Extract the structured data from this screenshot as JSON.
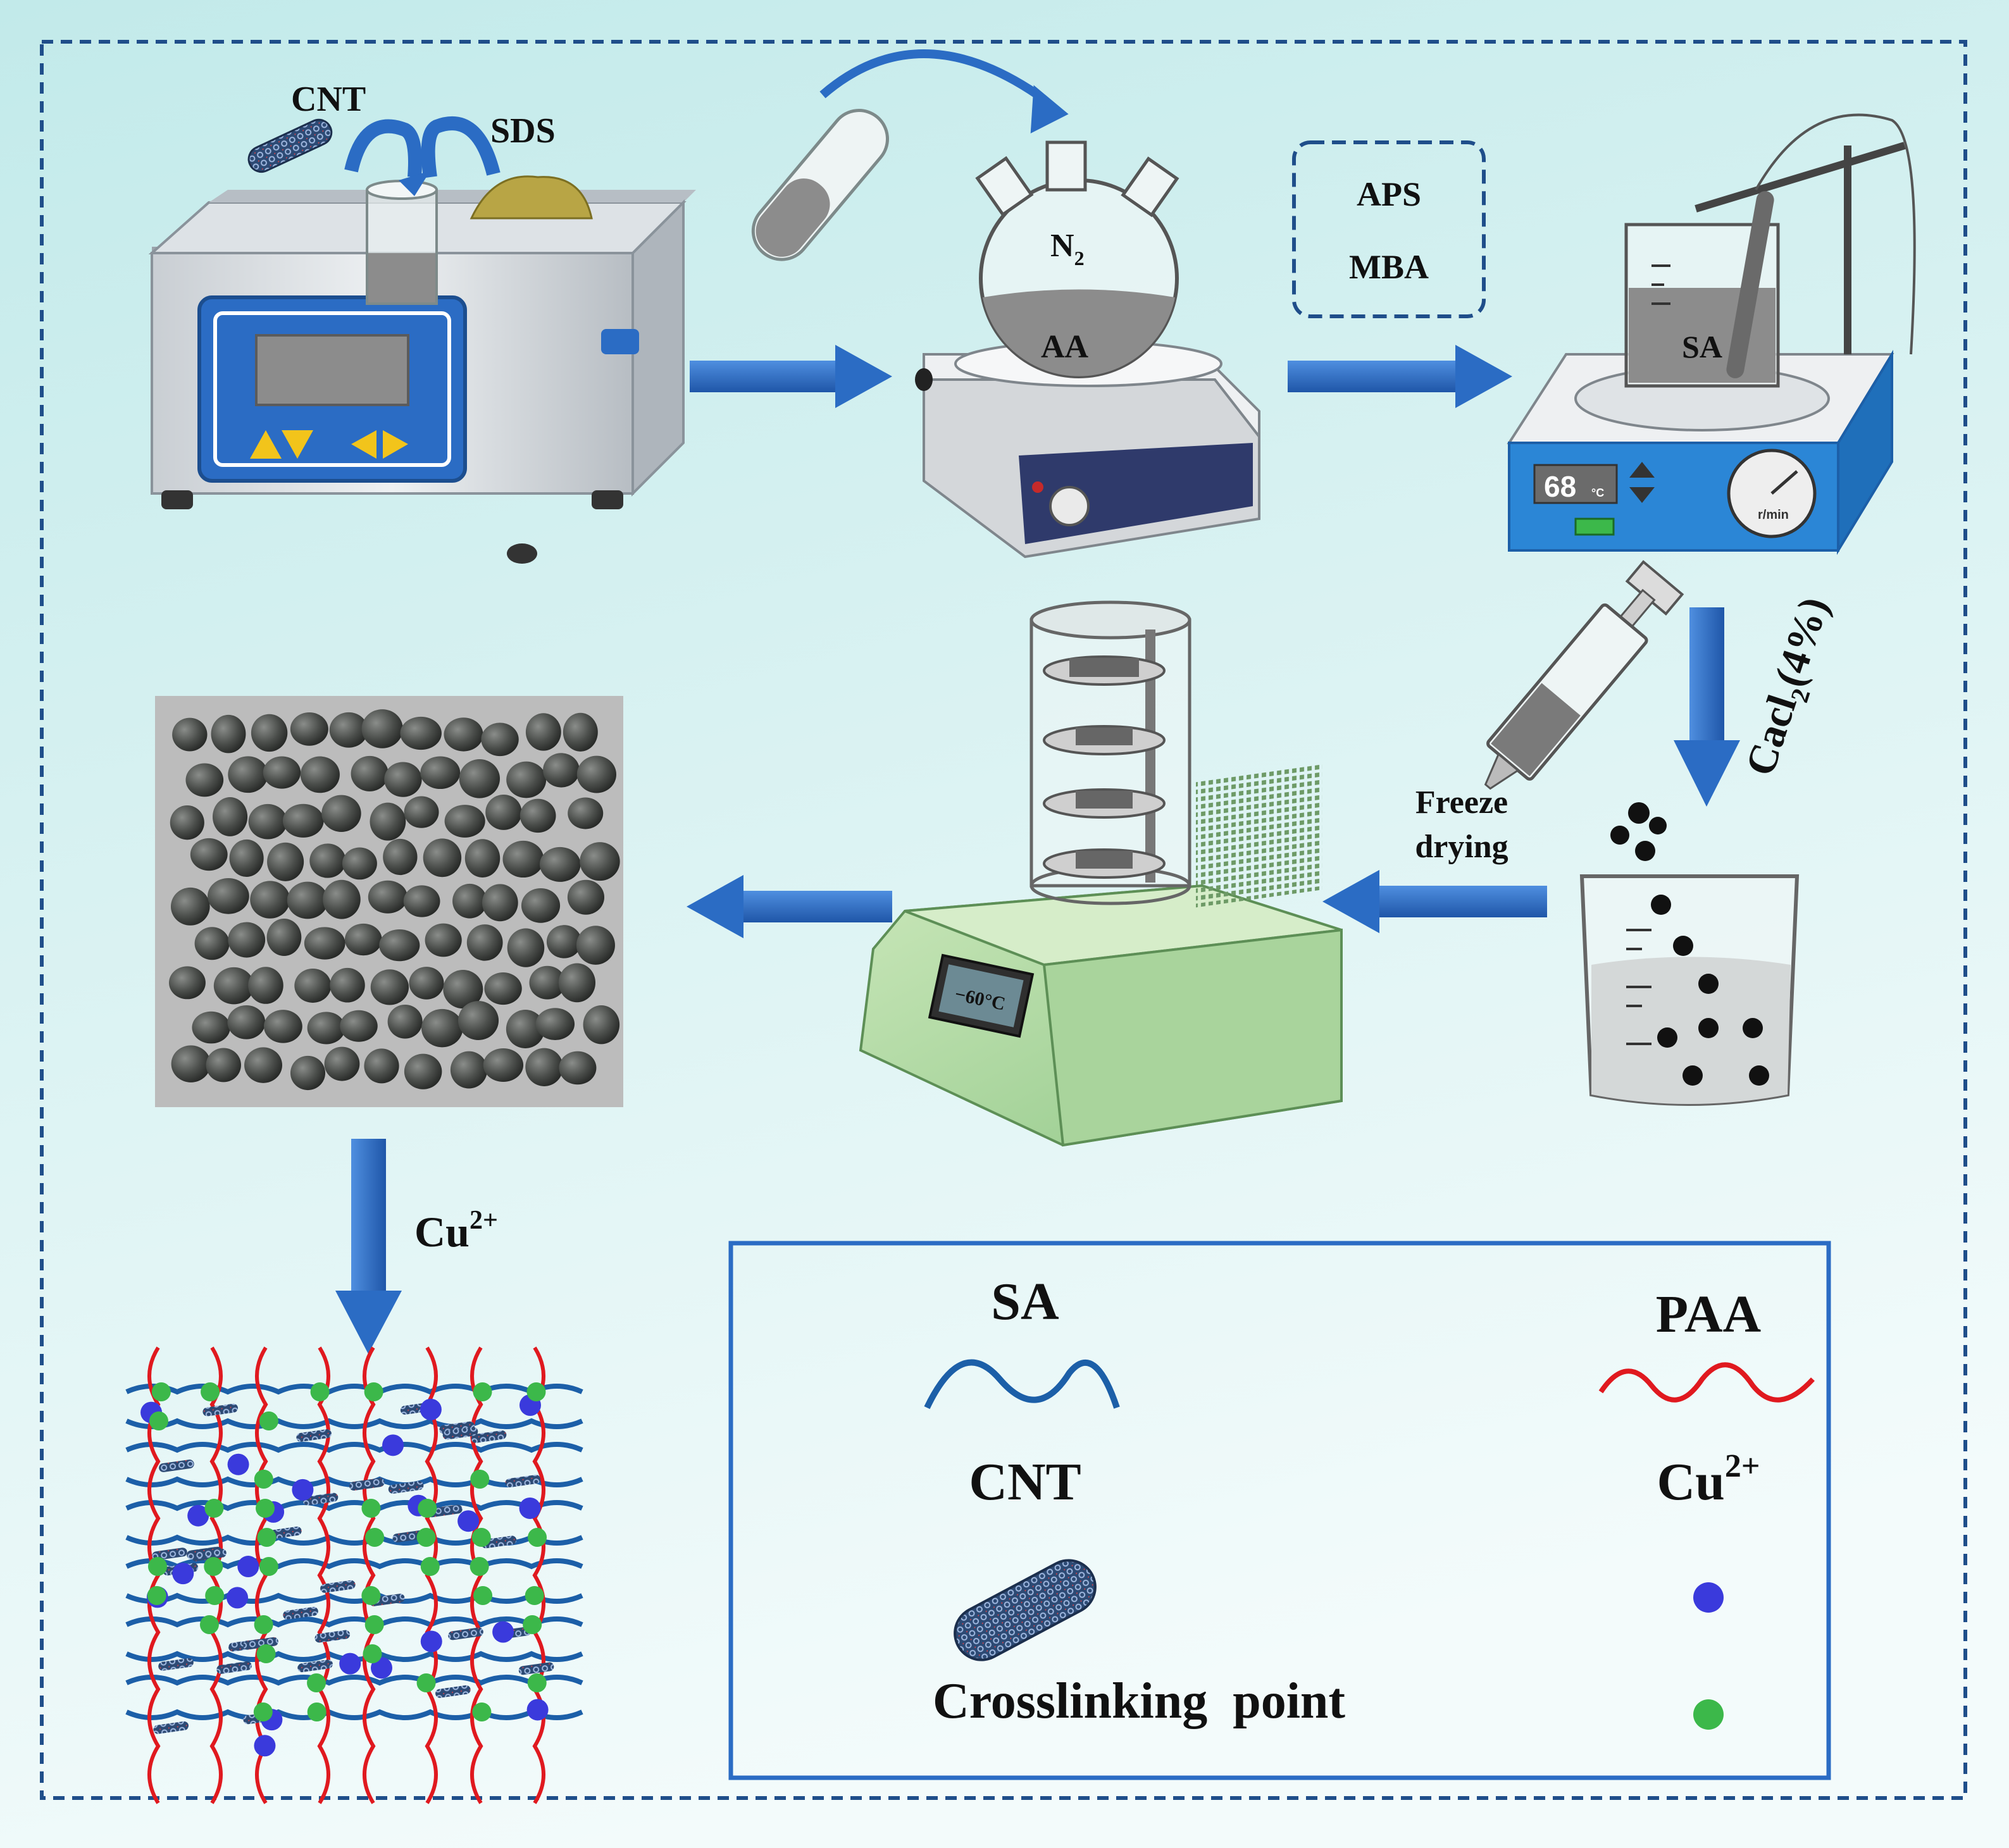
{
  "colors": {
    "background_top": "#c6ecec",
    "background_bottom": "#f2fbfb",
    "frame": "#1f4e8a",
    "arrow": "#2b6cc4",
    "sa_chain": "#1c5fa8",
    "paa_chain": "#e0191f",
    "cu_ion": "#3a3adc",
    "crosslink": "#3cb84a",
    "lcd": "#2b6cc4"
  },
  "step1": {
    "cnt_label": "CNT",
    "sds_label": "SDS"
  },
  "step2": {
    "gas_label": "N",
    "gas_sub": "2",
    "flask_label": "AA"
  },
  "initiators": {
    "line1": "APS",
    "line2": "MBA"
  },
  "step3": {
    "beaker_label": "SA",
    "temp_value": "68",
    "temp_unit": "°C",
    "speed_unit": "r/min"
  },
  "crosslink_step": {
    "label": "Cacl",
    "sub": "2",
    "suffix": "(4%)"
  },
  "freeze": {
    "line1": "Freeze",
    "line2": "drying",
    "display": "−60°C"
  },
  "cu_step": {
    "label": "Cu",
    "sup": "2+"
  },
  "legend": {
    "sa_label": "SA",
    "paa_label": "PAA",
    "cnt_label": "CNT",
    "cu_label": "Cu",
    "cu_sup": "2+",
    "crosslink_label": "Crosslinking  point"
  }
}
